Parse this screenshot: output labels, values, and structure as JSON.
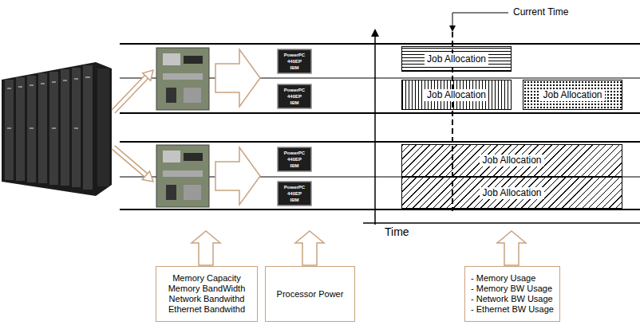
{
  "diagram": {
    "nodes": [
      {
        "text": [
          "Job Allocation"
        ]
      },
      {
        "text": [
          "Job Allocation"
        ]
      },
      {
        "text": [
          "Job Allocation"
        ]
      },
      {
        "text": [
          "Job Allocation"
        ]
      },
      {
        "text": [
          "Job Allocation"
        ]
      },
      {
        "text": [
          "Memory Capacity",
          "Memory BandWidth",
          "Network Bandwithd",
          "Ethernet Bandwithd"
        ]
      },
      {
        "text": [
          "Processor Power"
        ]
      },
      {
        "text": [
          "- Memory Usage",
          "- Memory BW Usage",
          "- Network BW Usage",
          "- Ethernet BW Usage"
        ]
      }
    ],
    "labels": [
      "Current Time",
      "PowerPC",
      "440EP",
      "IBM",
      "PowerPC",
      "440EP",
      "IBM",
      "PowerPC",
      "440EP",
      "IBM",
      "PowerPC",
      "440EP",
      "IBM",
      "Time"
    ]
  }
}
